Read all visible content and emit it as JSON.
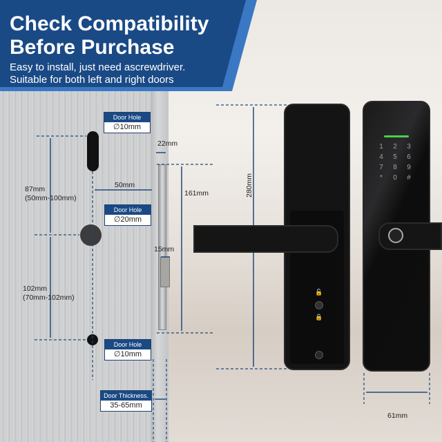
{
  "banner": {
    "title_line1": "Check Compatibility",
    "title_line2": "Before Purchase",
    "subtitle_line1": "Easy to install, just need ascrewdriver.",
    "subtitle_line2": "Suitable for both left and right doors",
    "colors": {
      "primary": "#1a4a85",
      "accent": "#3a78c4"
    }
  },
  "labels": [
    {
      "heading": "Door Hole",
      "value": "∅10mm"
    },
    {
      "heading": "Door Hole",
      "value": "∅20mm"
    },
    {
      "heading": "Door Hole",
      "value": "∅10mm"
    },
    {
      "heading": "Door Thickness.",
      "value": "35-65mm"
    }
  ],
  "dimensions": {
    "upper_spacing": "87mm",
    "upper_range": "(50mm-100mm)",
    "lower_spacing": "102mm",
    "lower_range": "(70mm-102mm)",
    "backset": "50mm",
    "faceplate_width": "22mm",
    "mortise_height": "161mm",
    "latch_width": "15mm",
    "lock_height": "280mm",
    "lock_width": "61mm"
  },
  "keypad": {
    "keys": [
      "1",
      "2",
      "3",
      "4",
      "5",
      "6",
      "7",
      "8",
      "9",
      "*",
      "0",
      "#"
    ],
    "indicator_color": "#49d14a"
  }
}
